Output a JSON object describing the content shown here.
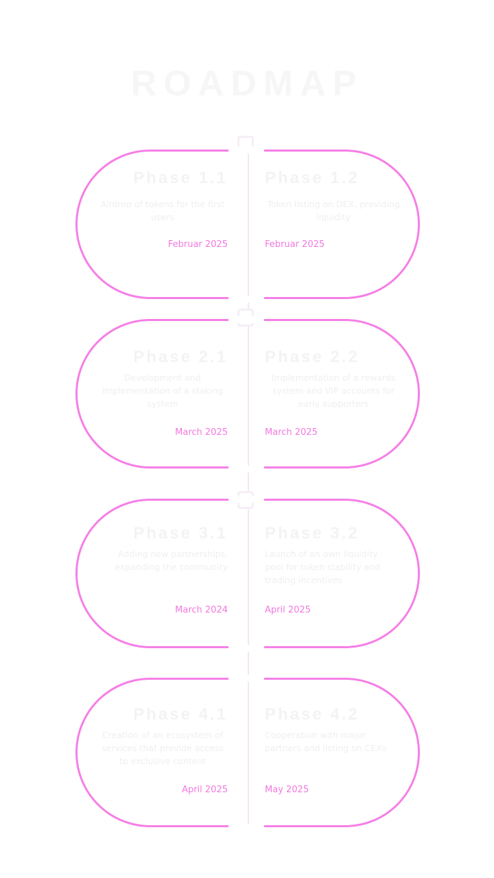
{
  "page": {
    "title": "ROADMAP"
  },
  "roadmap": [
    {
      "left": {
        "title": "Phase 1.1",
        "desc": "Airdrop of tokens for the first users",
        "date": "Februar 2025"
      },
      "right": {
        "title": "Phase 1.2",
        "desc": "Token listing on DEX, providing liquidity",
        "date": "Februar 2025"
      }
    },
    {
      "left": {
        "title": "Phase 2.1",
        "desc": "Development and implementation of a staking system",
        "date": "March 2025"
      },
      "right": {
        "title": "Phase 2.2",
        "desc": "Implementation of a rewards system and VIP accounts for early supporters",
        "date": "March 2025"
      }
    },
    {
      "left": {
        "title": "Phase 3.1",
        "desc": "Adding new partnerships, expanding the community",
        "date": "March 2024"
      },
      "right": {
        "title": "Phase 3.2",
        "desc": "Launch of an own liquidity pool for token stability and trading incentives",
        "date": "April 2025"
      }
    },
    {
      "left": {
        "title": "Phase 4.1",
        "desc": "Creation of an ecosystem of services that provide access to exclusive content",
        "date": "April 2025"
      },
      "right": {
        "title": "Phase 4.2",
        "desc": "Cooperation with major partners and listing on CEXs",
        "date": "May 2025"
      }
    }
  ],
  "colors": {
    "accent": "#f57fe6",
    "date": "#f278e0"
  }
}
